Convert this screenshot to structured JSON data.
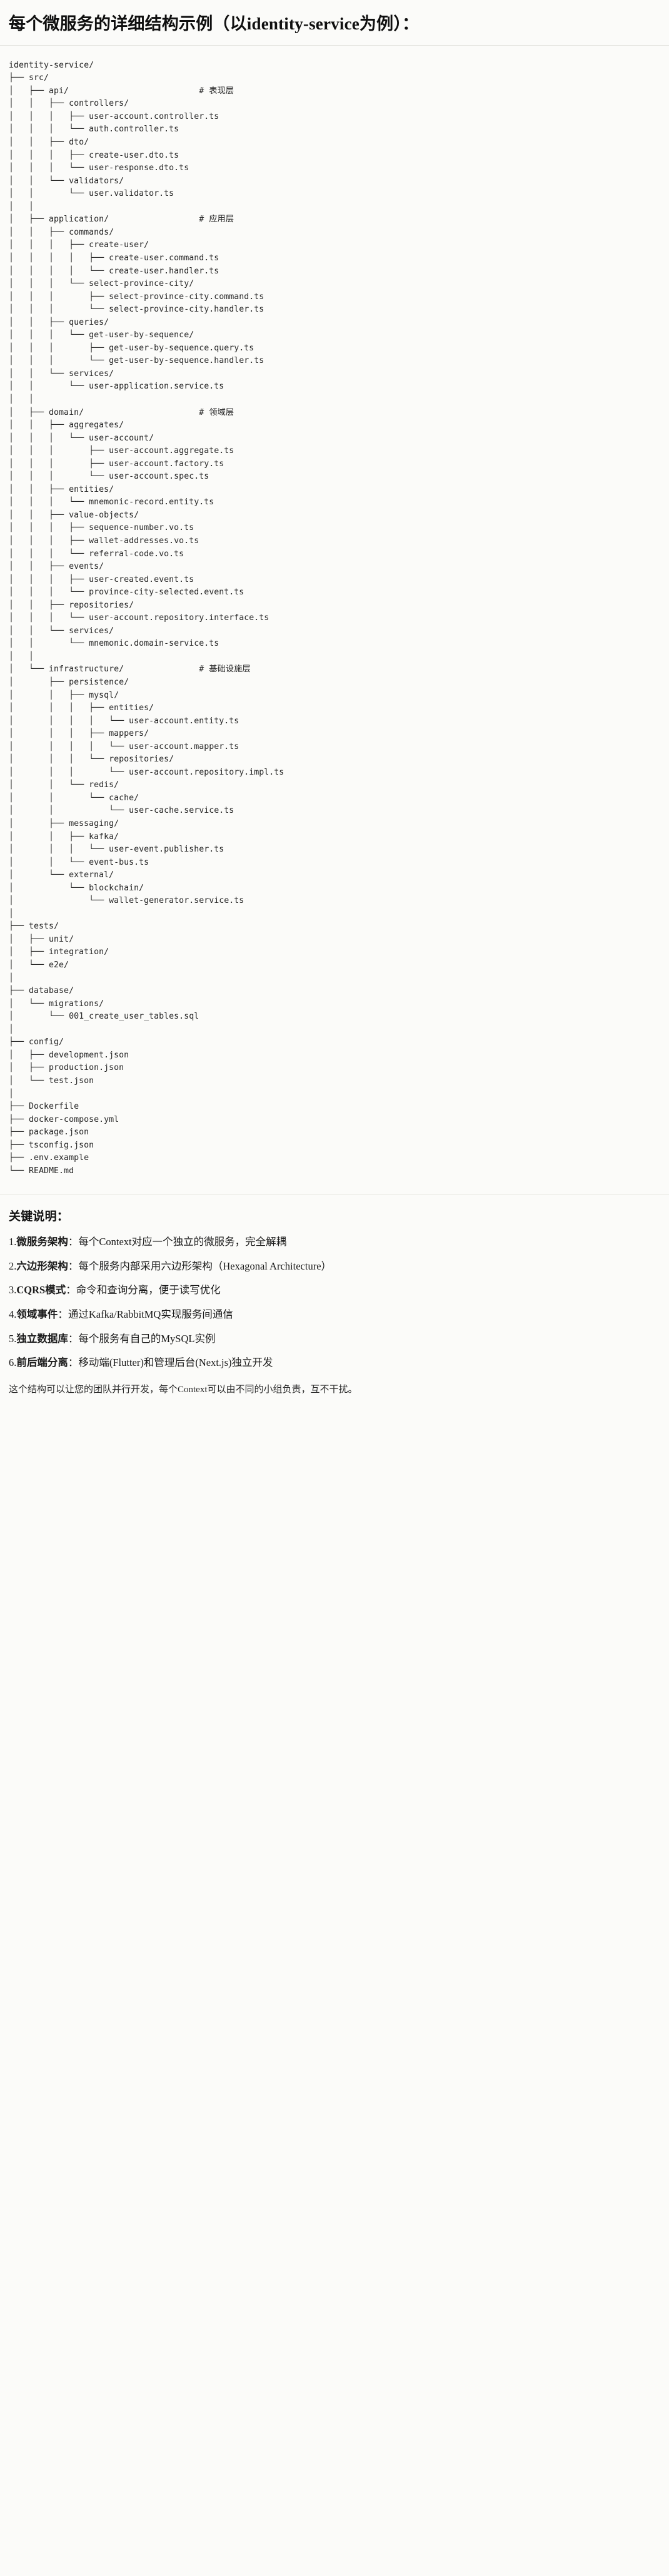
{
  "header": {
    "title": "每个微服务的详细结构示例（以identity-service为例）："
  },
  "tree": {
    "root_label": "identity-service/",
    "text": "identity-service/\n├── src/\n│   ├── api/                          # 表现层\n│   │   ├── controllers/\n│   │   │   ├── user-account.controller.ts\n│   │   │   └── auth.controller.ts\n│   │   ├── dto/\n│   │   │   ├── create-user.dto.ts\n│   │   │   └── user-response.dto.ts\n│   │   └── validators/\n│   │       └── user.validator.ts\n│   │\n│   ├── application/                  # 应用层\n│   │   ├── commands/\n│   │   │   ├── create-user/\n│   │   │   │   ├── create-user.command.ts\n│   │   │   │   └── create-user.handler.ts\n│   │   │   └── select-province-city/\n│   │   │       ├── select-province-city.command.ts\n│   │   │       └── select-province-city.handler.ts\n│   │   ├── queries/\n│   │   │   └── get-user-by-sequence/\n│   │   │       ├── get-user-by-sequence.query.ts\n│   │   │       └── get-user-by-sequence.handler.ts\n│   │   └── services/\n│   │       └── user-application.service.ts\n│   │\n│   ├── domain/                       # 领域层\n│   │   ├── aggregates/\n│   │   │   └── user-account/\n│   │   │       ├── user-account.aggregate.ts\n│   │   │       ├── user-account.factory.ts\n│   │   │       └── user-account.spec.ts\n│   │   ├── entities/\n│   │   │   └── mnemonic-record.entity.ts\n│   │   ├── value-objects/\n│   │   │   ├── sequence-number.vo.ts\n│   │   │   ├── wallet-addresses.vo.ts\n│   │   │   └── referral-code.vo.ts\n│   │   ├── events/\n│   │   │   ├── user-created.event.ts\n│   │   │   └── province-city-selected.event.ts\n│   │   ├── repositories/\n│   │   │   └── user-account.repository.interface.ts\n│   │   └── services/\n│   │       └── mnemonic.domain-service.ts\n│   │\n│   └── infrastructure/               # 基础设施层\n│       ├── persistence/\n│       │   ├── mysql/\n│       │   │   ├── entities/\n│       │   │   │   └── user-account.entity.ts\n│       │   │   ├── mappers/\n│       │   │   │   └── user-account.mapper.ts\n│       │   │   └── repositories/\n│       │   │       └── user-account.repository.impl.ts\n│       │   └── redis/\n│       │       └── cache/\n│       │           └── user-cache.service.ts\n│       ├── messaging/\n│       │   ├── kafka/\n│       │   │   └── user-event.publisher.ts\n│       │   └── event-bus.ts\n│       └── external/\n│           └── blockchain/\n│               └── wallet-generator.service.ts\n│\n├── tests/\n│   ├── unit/\n│   ├── integration/\n│   └── e2e/\n│\n├── database/\n│   └── migrations/\n│       └── 001_create_user_tables.sql\n│\n├── config/\n│   ├── development.json\n│   ├── production.json\n│   └── test.json\n│\n├── Dockerfile\n├── docker-compose.yml\n├── package.json\n├── tsconfig.json\n├── .env.example\n└── README.md",
    "layer_comments": [
      "# 表现层",
      "# 应用层",
      "# 领域层",
      "# 基础设施层"
    ]
  },
  "notes": {
    "heading": "关键说明：",
    "items": [
      {
        "num": "1.",
        "term": "微服务架构",
        "desc": "：每个Context对应一个独立的微服务，完全解耦"
      },
      {
        "num": "2.",
        "term": "六边形架构",
        "desc": "：每个服务内部采用六边形架构（Hexagonal Architecture）"
      },
      {
        "num": "3.",
        "term": "CQRS模式",
        "desc": "：命令和查询分离，便于读写优化"
      },
      {
        "num": "4.",
        "term": "领域事件",
        "desc": "：通过Kafka/RabbitMQ实现服务间通信"
      },
      {
        "num": "5.",
        "term": "独立数据库",
        "desc": "：每个服务有自己的MySQL实例"
      },
      {
        "num": "6.",
        "term": "前后端分离",
        "desc": "：移动端(Flutter)和管理后台(Next.js)独立开发"
      }
    ],
    "closing": "这个结构可以让您的团队并行开发，每个Context可以由不同的小组负责，互不干扰。"
  }
}
